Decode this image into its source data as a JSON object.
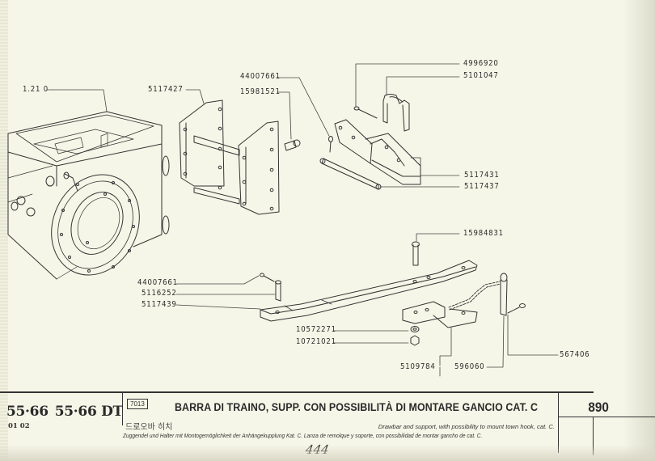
{
  "document": {
    "type": "exploded parts catalog page",
    "models": [
      "55·66",
      "55·66 DT"
    ],
    "variants": "01 02",
    "group_code": "7013",
    "title_it": "BARRA DI TRAINO, SUPP. CON POSSIBILITÀ DI MONTARE GANCIO CAT. C",
    "title_ko": "드로오바 히치",
    "title_en": "Drawbar and support, with possibility to mount town hook, cat. C.",
    "title_de_es": "Zuggendel und Halter mit Montogemöglichkeit der Anhängekupplung Kat. C. Lanza de remolque y soporte, con possibilidad de montar gancho de cat. C.",
    "page_number": "890",
    "handwritten_note": "444"
  },
  "parts": [
    {
      "id": "ref-1210",
      "label": "1.21 0"
    },
    {
      "id": "part-5117427",
      "label": "5117427"
    },
    {
      "id": "part-44007661-top",
      "label": "44007661"
    },
    {
      "id": "part-15981521",
      "label": "15981521"
    },
    {
      "id": "part-4996920",
      "label": "4996920"
    },
    {
      "id": "part-5101047",
      "label": "5101047"
    },
    {
      "id": "part-5117431",
      "label": "5117431"
    },
    {
      "id": "part-5117437",
      "label": "5117437"
    },
    {
      "id": "part-15984831",
      "label": "15984831"
    },
    {
      "id": "part-44007661-bottom",
      "label": "44007661"
    },
    {
      "id": "part-5116252",
      "label": "5116252"
    },
    {
      "id": "part-5117439",
      "label": "5117439"
    },
    {
      "id": "part-10572271",
      "label": "10572271"
    },
    {
      "id": "part-10721021",
      "label": "10721021"
    },
    {
      "id": "part-5109784",
      "label": "5109784"
    },
    {
      "id": "part-596060",
      "label": "596060"
    },
    {
      "id": "part-567406",
      "label": "567406"
    }
  ],
  "colors": {
    "paper": "#f6f6e8",
    "ink": "#2b2b2b"
  }
}
